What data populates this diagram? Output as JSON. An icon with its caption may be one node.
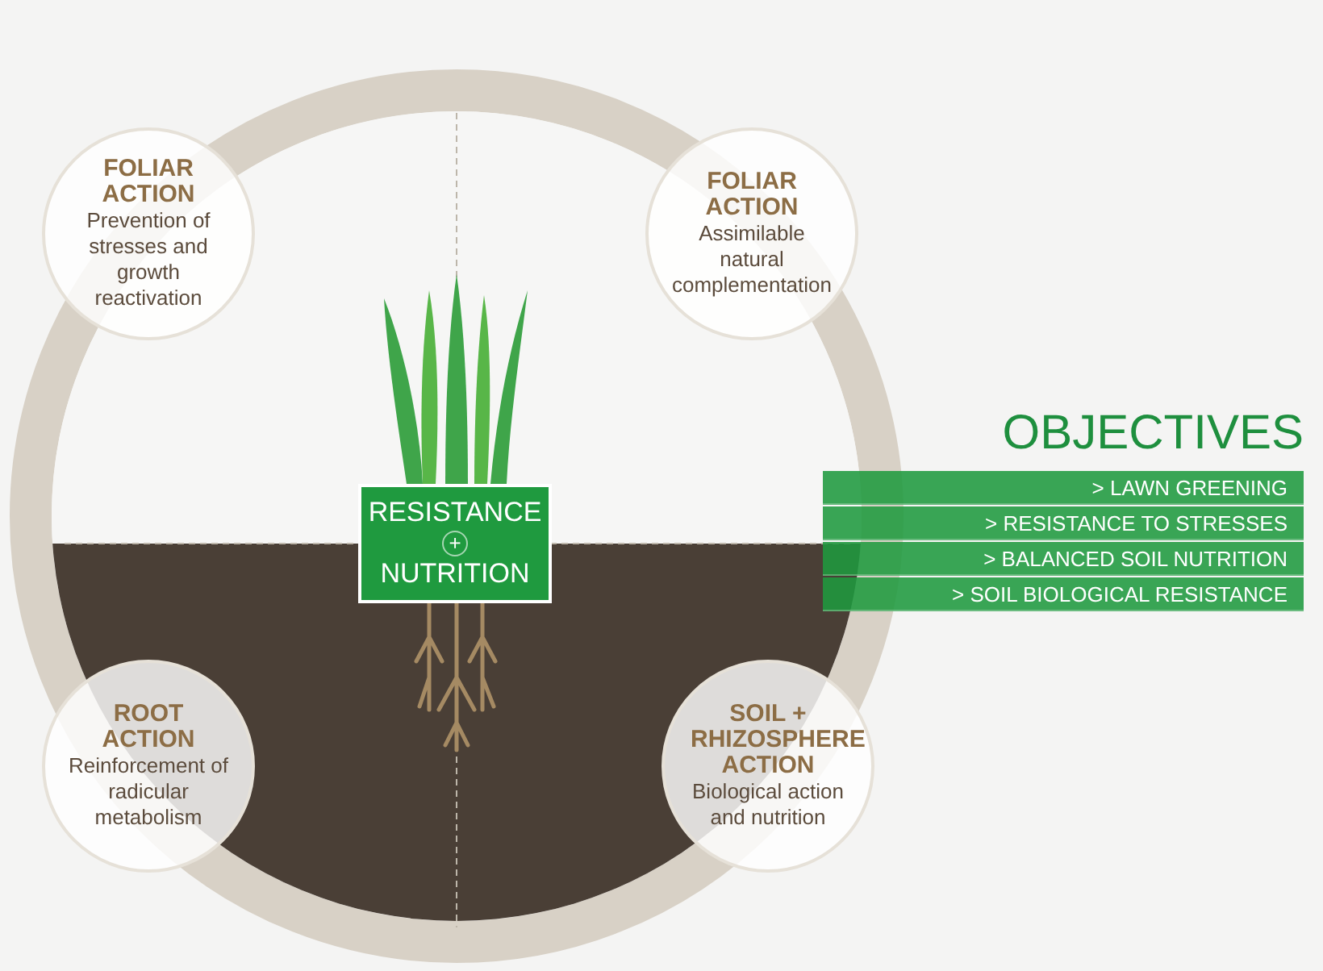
{
  "diagram": {
    "nodes": [
      {
        "text": [
          "FOLIAR ACTION",
          "Prevention of stresses and growth reactivation"
        ]
      },
      {
        "text": [
          "FOLIAR ACTION",
          "Assimilable natural complementation"
        ]
      },
      {
        "text": [
          "RESISTANCE",
          "+",
          "NUTRITION"
        ]
      },
      {
        "text": [
          "> LAWN GREENING"
        ]
      },
      {
        "text": [
          "> RESISTANCE TO STRESSES"
        ]
      },
      {
        "text": [
          "> BALANCED SOIL NUTRITION"
        ]
      },
      {
        "text": [
          "> SOIL BIOLOGICAL RESISTANCE"
        ]
      },
      {
        "text": [
          "ROOT ACTION",
          "Reinforcement of radicular metabolism"
        ]
      },
      {
        "text": [
          "SOIL + RHIZOSPHERE ACTION",
          "Biological action and nutrition"
        ]
      }
    ],
    "edges": [],
    "labels": [
      "OBJECTIVES"
    ]
  }
}
